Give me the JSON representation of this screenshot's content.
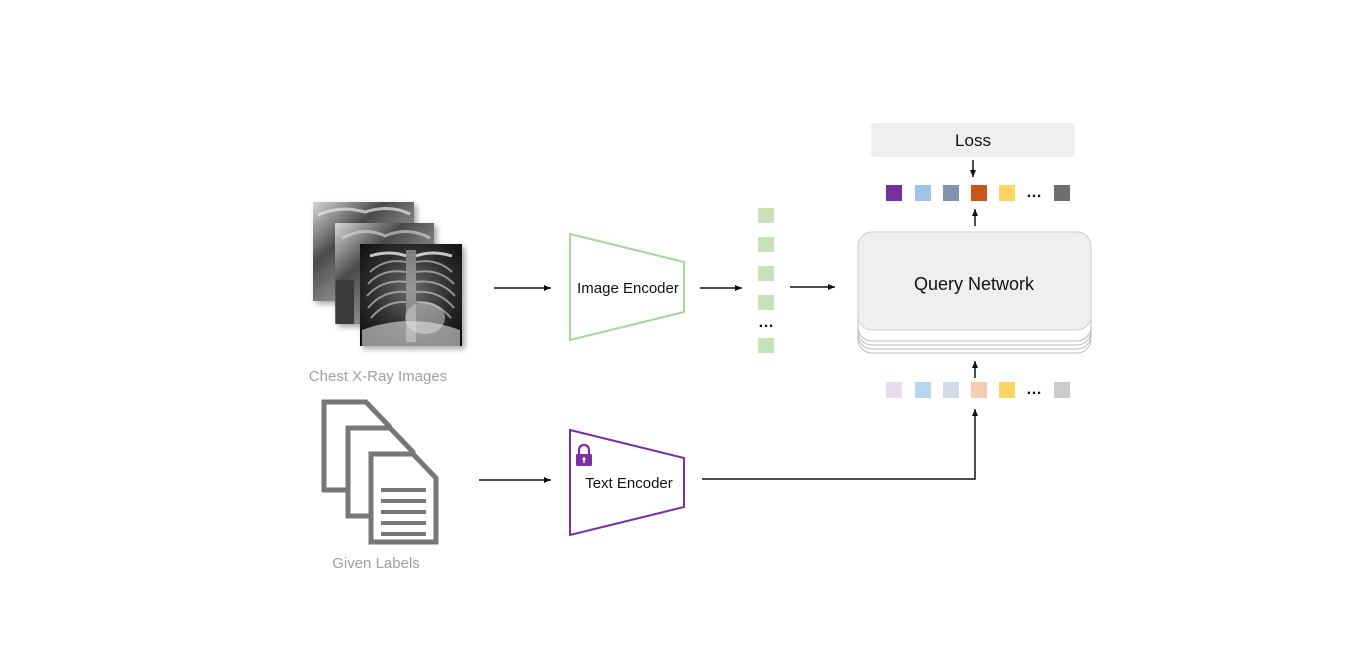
{
  "inputs": {
    "xray_caption": "Chest X-Ray Images",
    "labels_caption": "Given Labels"
  },
  "encoders": {
    "image": "Image Encoder",
    "text": "Text Encoder"
  },
  "query_network": "Query Network",
  "loss": "Loss",
  "ellipsis": "…",
  "colors": {
    "image_encoder": "#a6d89a",
    "text_encoder": "#7b2fa3",
    "feature_token": "#c7e4b8",
    "output_tokens": [
      "#7630a0",
      "#9ec4e8",
      "#8294ad",
      "#c9551d",
      "#fdd562",
      "#6e6e6e"
    ],
    "input_tokens": [
      "#eadcef",
      "#b9d6ef",
      "#d4dbe6",
      "#f7cbb2",
      "#fdd562",
      "#cbcbcb"
    ],
    "query_box": "#efefef",
    "loss_box": "#efefef",
    "caption": "#a0a0a0",
    "document_icon": "#777777"
  },
  "icons": [
    "lock-icon",
    "document-stack-icon",
    "xray-image-stack"
  ]
}
